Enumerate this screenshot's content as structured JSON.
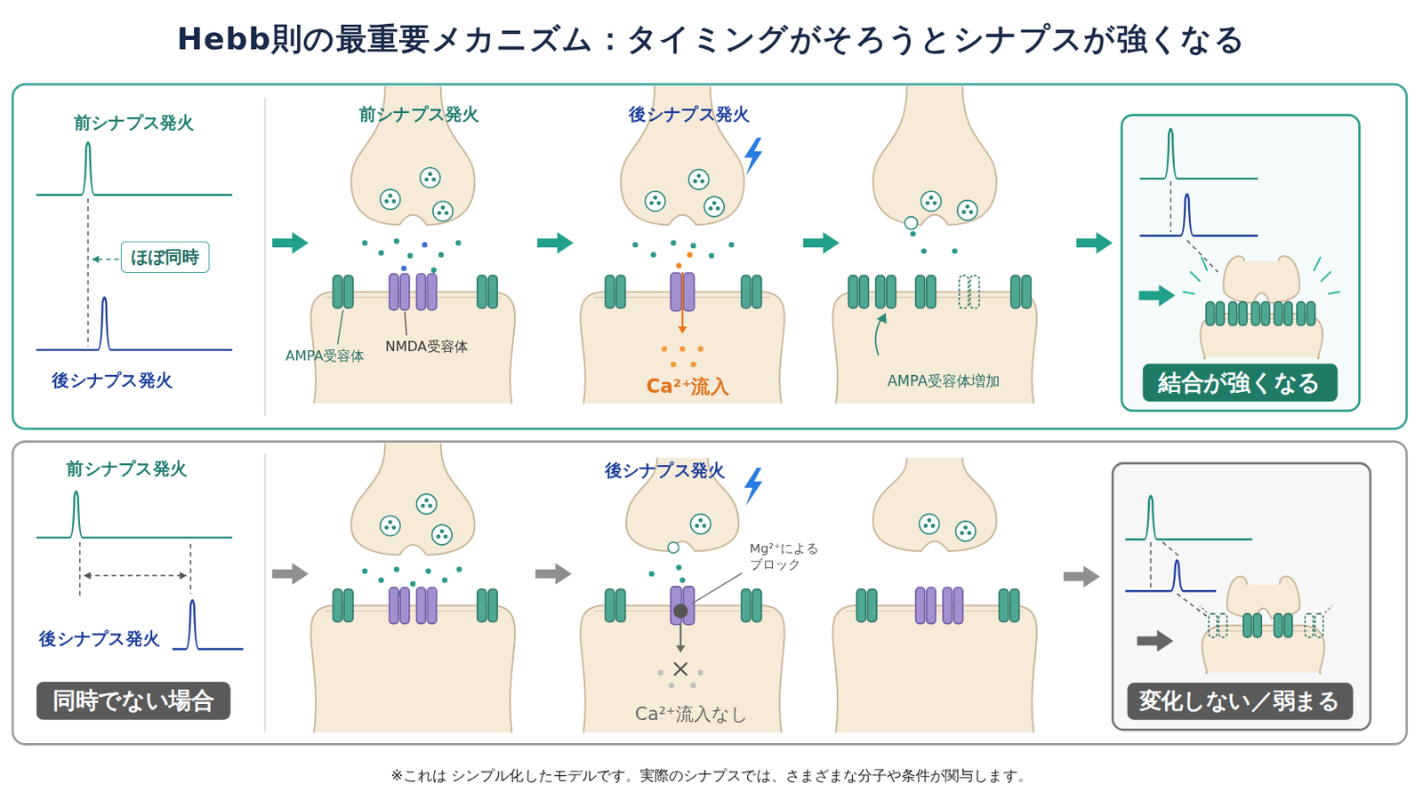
{
  "diagram": {
    "title": "Hebb則の最重要メカニズム：タイミングがそろうとシナプスが強くなる",
    "caption": "※これは シンプル化したモデルです。実際のシナプスでは、さまざまな分子や条件が関与します。",
    "nodes": [
      {
        "text": [
          "ほぼ同時"
        ]
      },
      {
        "text": [
          "結合が強くなる"
        ]
      },
      {
        "text": [
          "同時でない場合"
        ]
      },
      {
        "text": [
          "変化しない／弱まる"
        ]
      }
    ],
    "labels": [
      "前シナプス発火",
      "後シナプス発火",
      "前シナプス発火",
      "後シナプス発火",
      "AMPA受容体",
      "NMDA受容体",
      "Ca²⁺流入",
      "AMPA受容体増加",
      "前シナプス発火",
      "後シナプス発火",
      "後シナプス発火",
      "Mg²⁺による ブロック",
      "Ca²⁺流入なし"
    ]
  }
}
